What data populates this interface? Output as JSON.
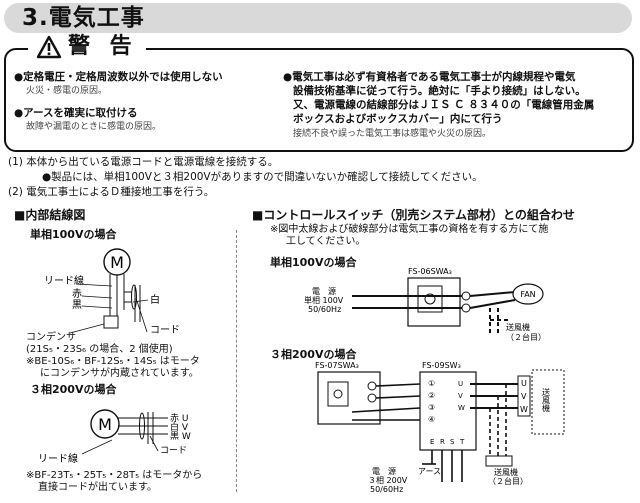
{
  "section": {
    "title": "3.電気工事"
  },
  "warning": {
    "heading": "警 告",
    "items": [
      {
        "main": "●定格電圧・定格周波数以外では使用しない",
        "sub": "火災・感電の原因。"
      },
      {
        "main": "●アースを確実に取付ける",
        "sub": "故障や漏電のときに感電の原因。"
      },
      {
        "main_lines": [
          "●電気工事は必ず有資格者である電気工事士が内線規程や電気",
          "設備技術基準に従って行う。絶対に「手より接続」はしない。",
          "又、電源電線の結線部分はＪＩＳ Ｃ ８３４０の「電線管用金属",
          "ボックスおよびボックスカバー」内にて行う"
        ],
        "sub": "接続不良や誤った電気工事は感電や火災の原因。"
      }
    ]
  },
  "instructions": [
    "(1) 本体から出ている電源コードと電源電線を接続する。",
    "●製品には、単相100Vと３相200Vがありますので間違いないか確認して接続してください。",
    "(2) 電気工事士によるＤ種接地工事を行う。"
  ],
  "left": {
    "title": "■内部結線図",
    "single_title": "単相100Vの場合",
    "labels": {
      "motor": "M",
      "lead": "リード線",
      "red": "赤",
      "black": "黒",
      "white": "白",
      "cord": "コード",
      "capacitor": "コンデンサ"
    },
    "note1": [
      "(21S₅・23S₆ の場合、2 個使用)",
      "※BE-10S₆・BF-12S₅・14S₅ はモータ",
      "にコンデンサが内蔵されています。"
    ],
    "three_title": "３相200Vの場合",
    "three_labels": {
      "motor": "M",
      "red_u": "赤 U",
      "white_v": "白 V",
      "black_w": "黒 W",
      "lead": "リード線",
      "cord": "コード"
    },
    "note2": [
      "※BF-23T₅・25T₅・28T₅ はモータから",
      "直接コードが出ています。"
    ]
  },
  "right": {
    "title": "■コントロールスイッチ（別売システム部材）との組合わせ",
    "note": [
      "※図中太線および破線部分は電気工事の資格を有する方にて施",
      "工してください。"
    ],
    "single_title": "単相100Vの場合",
    "single": {
      "switch": "FS-06SWA₃",
      "power": [
        "電　源",
        "単相 100V",
        "50/60Hz"
      ],
      "fan": "FAN",
      "blower": [
        "送風機",
        "（２台目）"
      ]
    },
    "three_title": "３相200Vの場合",
    "three": {
      "switch_a": "FS-07SWA₃",
      "switch_b": "FS-09SW₃",
      "terminals": [
        "U",
        "V",
        "W"
      ],
      "nums": [
        "①",
        "②",
        "③",
        "④"
      ],
      "bottom": [
        "E",
        "R",
        "S",
        "T"
      ],
      "earth": "アース",
      "power": [
        "電　源",
        "３相 200V",
        "50/60Hz"
      ],
      "uvw": [
        "U",
        "V",
        "W"
      ],
      "blower": "送風機",
      "blower2": [
        "送風機",
        "（２台目）"
      ]
    }
  }
}
